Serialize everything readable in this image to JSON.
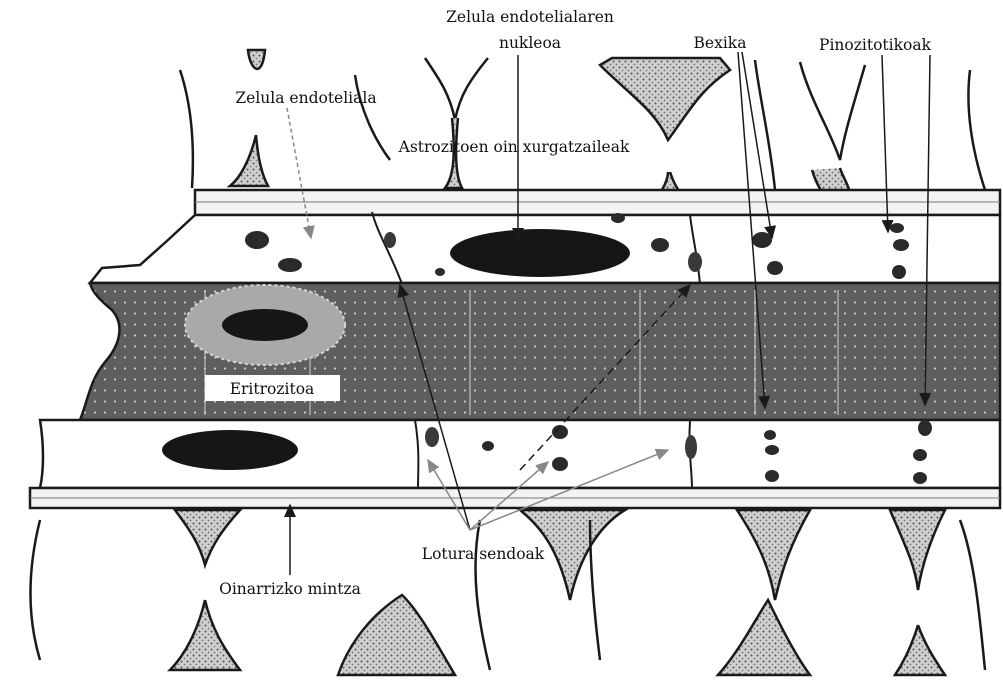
{
  "figure": {
    "labels": {
      "nucleus_line1": "Zelula endotelialaren",
      "nucleus_line2": "nukleoa",
      "vesicle": "Bexika",
      "pinocytotic": "Pinozitotikoak",
      "endothelial_cell": "Zelula endoteliala",
      "astrocyte_feet": "Astrozitoen oin xurgatzaileak",
      "erythrocyte": "Eritrozitoa",
      "tight_junctions": "Lotura sendoak",
      "basement_membrane": "Oinarrizko mintza"
    },
    "colors": {
      "lumen": "#5e5e5e",
      "lumen_dot": "#c9c9c9",
      "nucleus": "#161616",
      "erythrocyte": "#a9a9a9",
      "stipple": "#b4b4b4",
      "line": "#1a1a1a"
    }
  }
}
